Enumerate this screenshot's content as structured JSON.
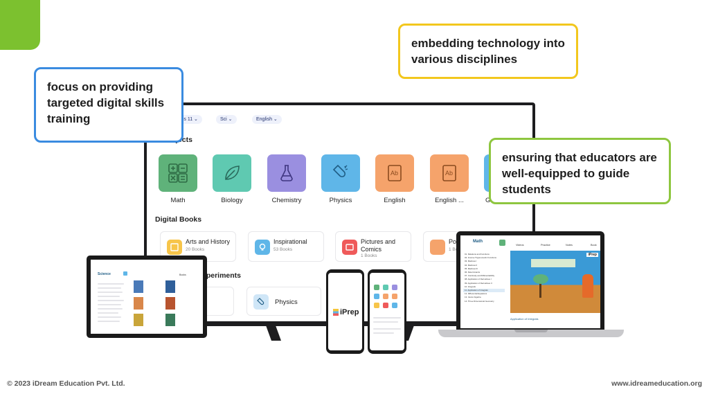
{
  "callouts": {
    "skills": "focus on providing targeted digital skills training",
    "technology": "embedding technology into various disciplines",
    "educators": "ensuring that educators are well-equipped to guide students"
  },
  "tv": {
    "filters": [
      "ass 11",
      "Sci",
      "English"
    ],
    "subjects_title": "jects",
    "subjects": [
      {
        "label": "Math",
        "color": "#5fb27a",
        "icon": "calculator-icon"
      },
      {
        "label": "Biology",
        "color": "#5fc9b1",
        "icon": "leaf-icon"
      },
      {
        "label": "Chemistry",
        "color": "#9a8fe0",
        "icon": "flask-icon"
      },
      {
        "label": "Physics",
        "color": "#5fb6e8",
        "icon": "magnet-icon"
      },
      {
        "label": "English",
        "color": "#f5a36b",
        "icon": "book-icon"
      },
      {
        "label": "English ...",
        "color": "#f5a36b",
        "icon": "book-icon"
      },
      {
        "label": "G",
        "color": "#5fb6e8",
        "icon": "globe-icon"
      }
    ],
    "digital_books_title": "Digital Books",
    "books": [
      {
        "title": "Arts and History",
        "count": "20 Books",
        "color": "#f7c54a"
      },
      {
        "title": "Inspirational",
        "count": "53 Books",
        "color": "#5fb6e8"
      },
      {
        "title": "Pictures and Comics",
        "count": "1 Books",
        "color": "#ef5a5a"
      },
      {
        "title": "Poe",
        "count": "1 Bo",
        "color": "#f5a36b"
      }
    ],
    "experiments_title": "xperiments",
    "experiment": "Physics"
  },
  "tablet": {
    "subject": "Science",
    "tabs": [
      "",
      "",
      "Books"
    ]
  },
  "phone": {
    "brand": "iPrep"
  },
  "laptop": {
    "subject": "Math",
    "tabs": [
      "Videos",
      "Practice",
      "Notes",
      "Book"
    ],
    "chapters": [
      "01. Relations and Functions",
      "02. Inverse Trigonometric Functions",
      "03. Matrices I",
      "04. Matrices II",
      "05. Matrices III",
      "06. Determinants",
      "07. Continuity and Differentiability",
      "08. Application of Derivatives I",
      "09. Application of Derivatives II",
      "10. Integrals",
      "11. Application of Integrals",
      "12. Differential Equations",
      "13. Vector Algebra",
      "14. Three Dimensional Geometry"
    ],
    "caption": "Application of Integrals",
    "brand": "iPrep"
  },
  "footer": {
    "copyright": "© 2023 iDream Education Pvt. Ltd.",
    "website": "www.idreameducation.org"
  },
  "colors": {
    "accent_green": "#7cc12f",
    "blue": "#3a8be0",
    "yellow": "#f2c71d",
    "green": "#8ec63f"
  }
}
